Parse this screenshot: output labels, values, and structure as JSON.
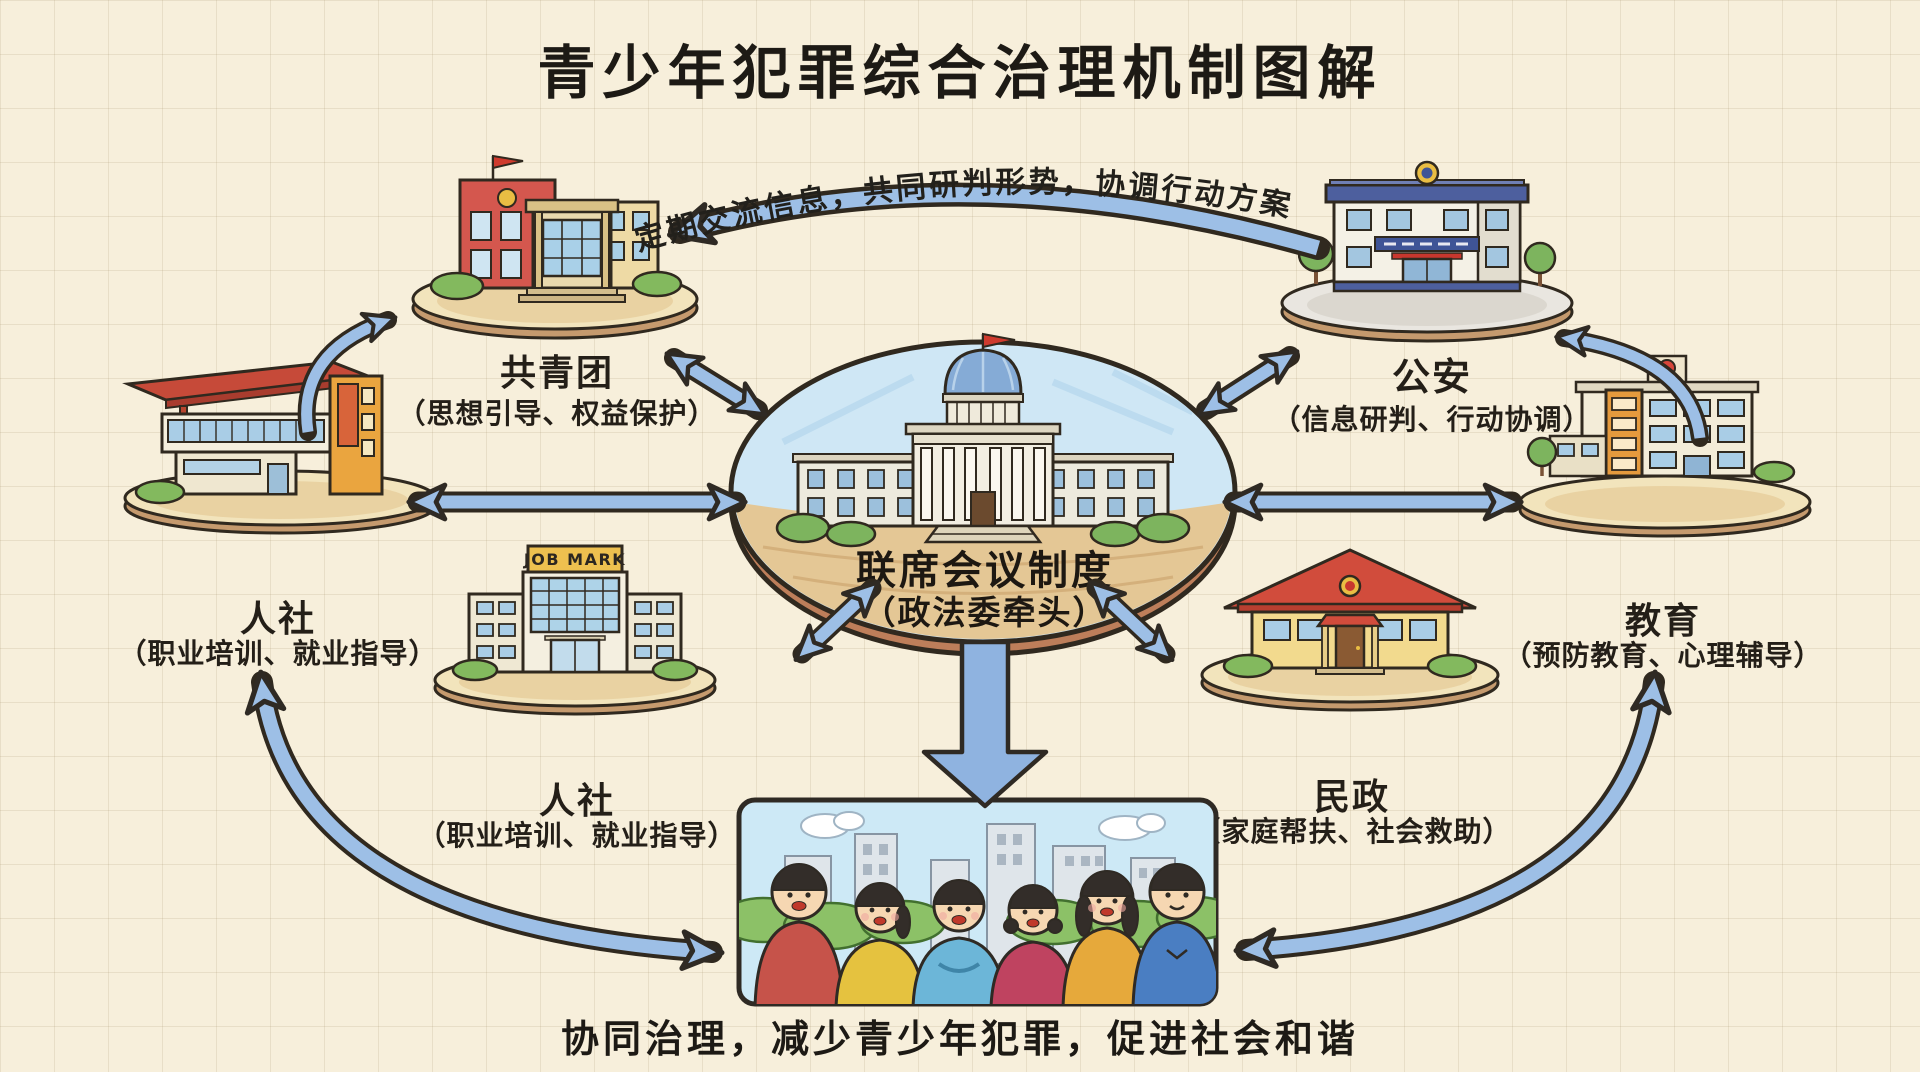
{
  "title": "青少年犯罪综合治理机制图解",
  "top_arc_label": "定期交流信息，共同研判形势，协调行动方案",
  "center_node": {
    "title": "联席会议制度",
    "subtitle": "（政法委牵头）"
  },
  "nodes": [
    {
      "name": "共青团",
      "subtitle": "（思想引导、权益保护）"
    },
    {
      "name": "公安",
      "subtitle": "（信息研判、行动协调）"
    },
    {
      "name": "人社",
      "subtitle": "（职业培训、就业指导）"
    },
    {
      "name": "教育",
      "subtitle": "（预防教育、心理辅导）"
    },
    {
      "name": "人社",
      "subtitle": "（职业培训、就业指导）",
      "building_sign": "JOB MARK"
    },
    {
      "name": "民政",
      "subtitle": "（家庭帮扶、社会救助）"
    }
  ],
  "outcome_caption": "协同治理，减少青少年犯罪，促进社会和谐",
  "colors": {
    "paper": "#f7efdb",
    "ink_outline": "#30291f",
    "arrow_blue": "#9dbfe6",
    "platform_top": "#f2e4bc",
    "platform_rim": "#c59a6e",
    "flag_red": "#cf3b2e"
  }
}
